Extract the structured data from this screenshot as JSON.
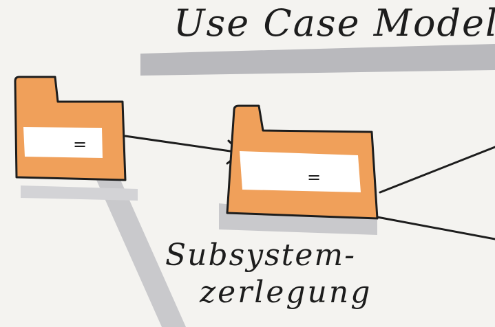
{
  "diagram": {
    "title": "Use Case Model",
    "label_line1": "Subsystem-",
    "label_line2": "zerlegung",
    "package_symbol": "="
  },
  "colors": {
    "paper": "#f4f3f0",
    "orange": "#f0a05a",
    "orange_dark": "#e68a3e",
    "ink": "#1d1d1d",
    "shadow": "#c9c9cc"
  }
}
